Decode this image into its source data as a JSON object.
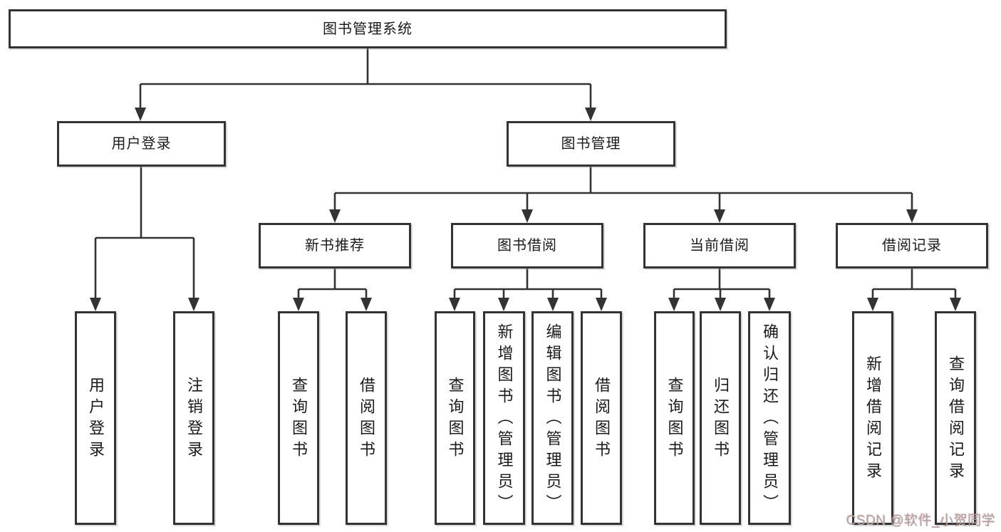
{
  "diagram": {
    "root": {
      "label": "图书管理系统"
    },
    "level1": [
      {
        "label": "用户登录"
      },
      {
        "label": "图书管理"
      }
    ],
    "level2": [
      {
        "label": "新书推荐"
      },
      {
        "label": "图书借阅"
      },
      {
        "label": "当前借阅"
      },
      {
        "label": "借阅记录"
      }
    ],
    "leaves": [
      {
        "label": "用户登录"
      },
      {
        "label": "注销登录"
      },
      {
        "label": "查询图书"
      },
      {
        "label": "借阅图书"
      },
      {
        "label": "查询图书"
      },
      {
        "label": "新增图书（管理员）"
      },
      {
        "label": "编辑图书（管理员）"
      },
      {
        "label": "借阅图书"
      },
      {
        "label": "查询图书"
      },
      {
        "label": "归还图书"
      },
      {
        "label": "确认归还（管理员）"
      },
      {
        "label": "新增借阅记录"
      },
      {
        "label": "查询借阅记录"
      }
    ],
    "colors": {
      "line": "#333333",
      "border": "#333333",
      "text": "#1a1a1a",
      "background": "#ffffff",
      "watermark": "#a6a6a6"
    }
  },
  "watermark": {
    "text": "CSDN @软件_小贺同学"
  }
}
